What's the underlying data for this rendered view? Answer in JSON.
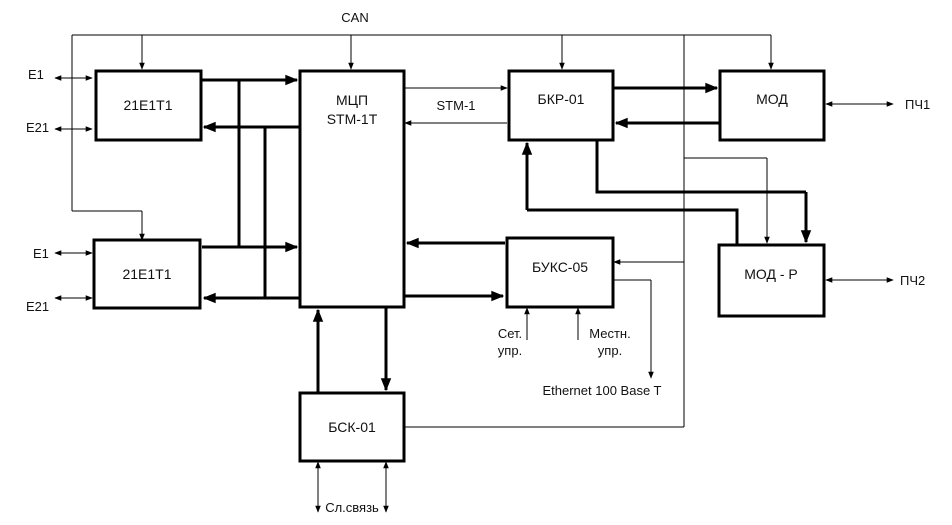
{
  "blocks": {
    "e21_top": "21E1T1",
    "e21_bottom": "21E1T1",
    "mcp_line1": "МЦП",
    "mcp_line2": "STM-1T",
    "bkr": "БКР-01",
    "mod": "МОД",
    "mod_r": "МОД - Р",
    "buks": "БУКС-05",
    "bsk": "БСК-01"
  },
  "labels": {
    "can": "CAN",
    "stm1": "STM-1",
    "e1_top": "E1",
    "e21_top": "E21",
    "e1_bottom": "E1",
    "e21_bottom": "E21",
    "pch1": "ПЧ1",
    "pch2": "ПЧ2",
    "set_upr_1": "Сет.",
    "set_upr_2": "упр.",
    "mestn_upr_1": "Местн.",
    "mestn_upr_2": "упр.",
    "ethernet": "Ethernet 100 Base T",
    "sl_svyaz": "Сл.связь"
  }
}
